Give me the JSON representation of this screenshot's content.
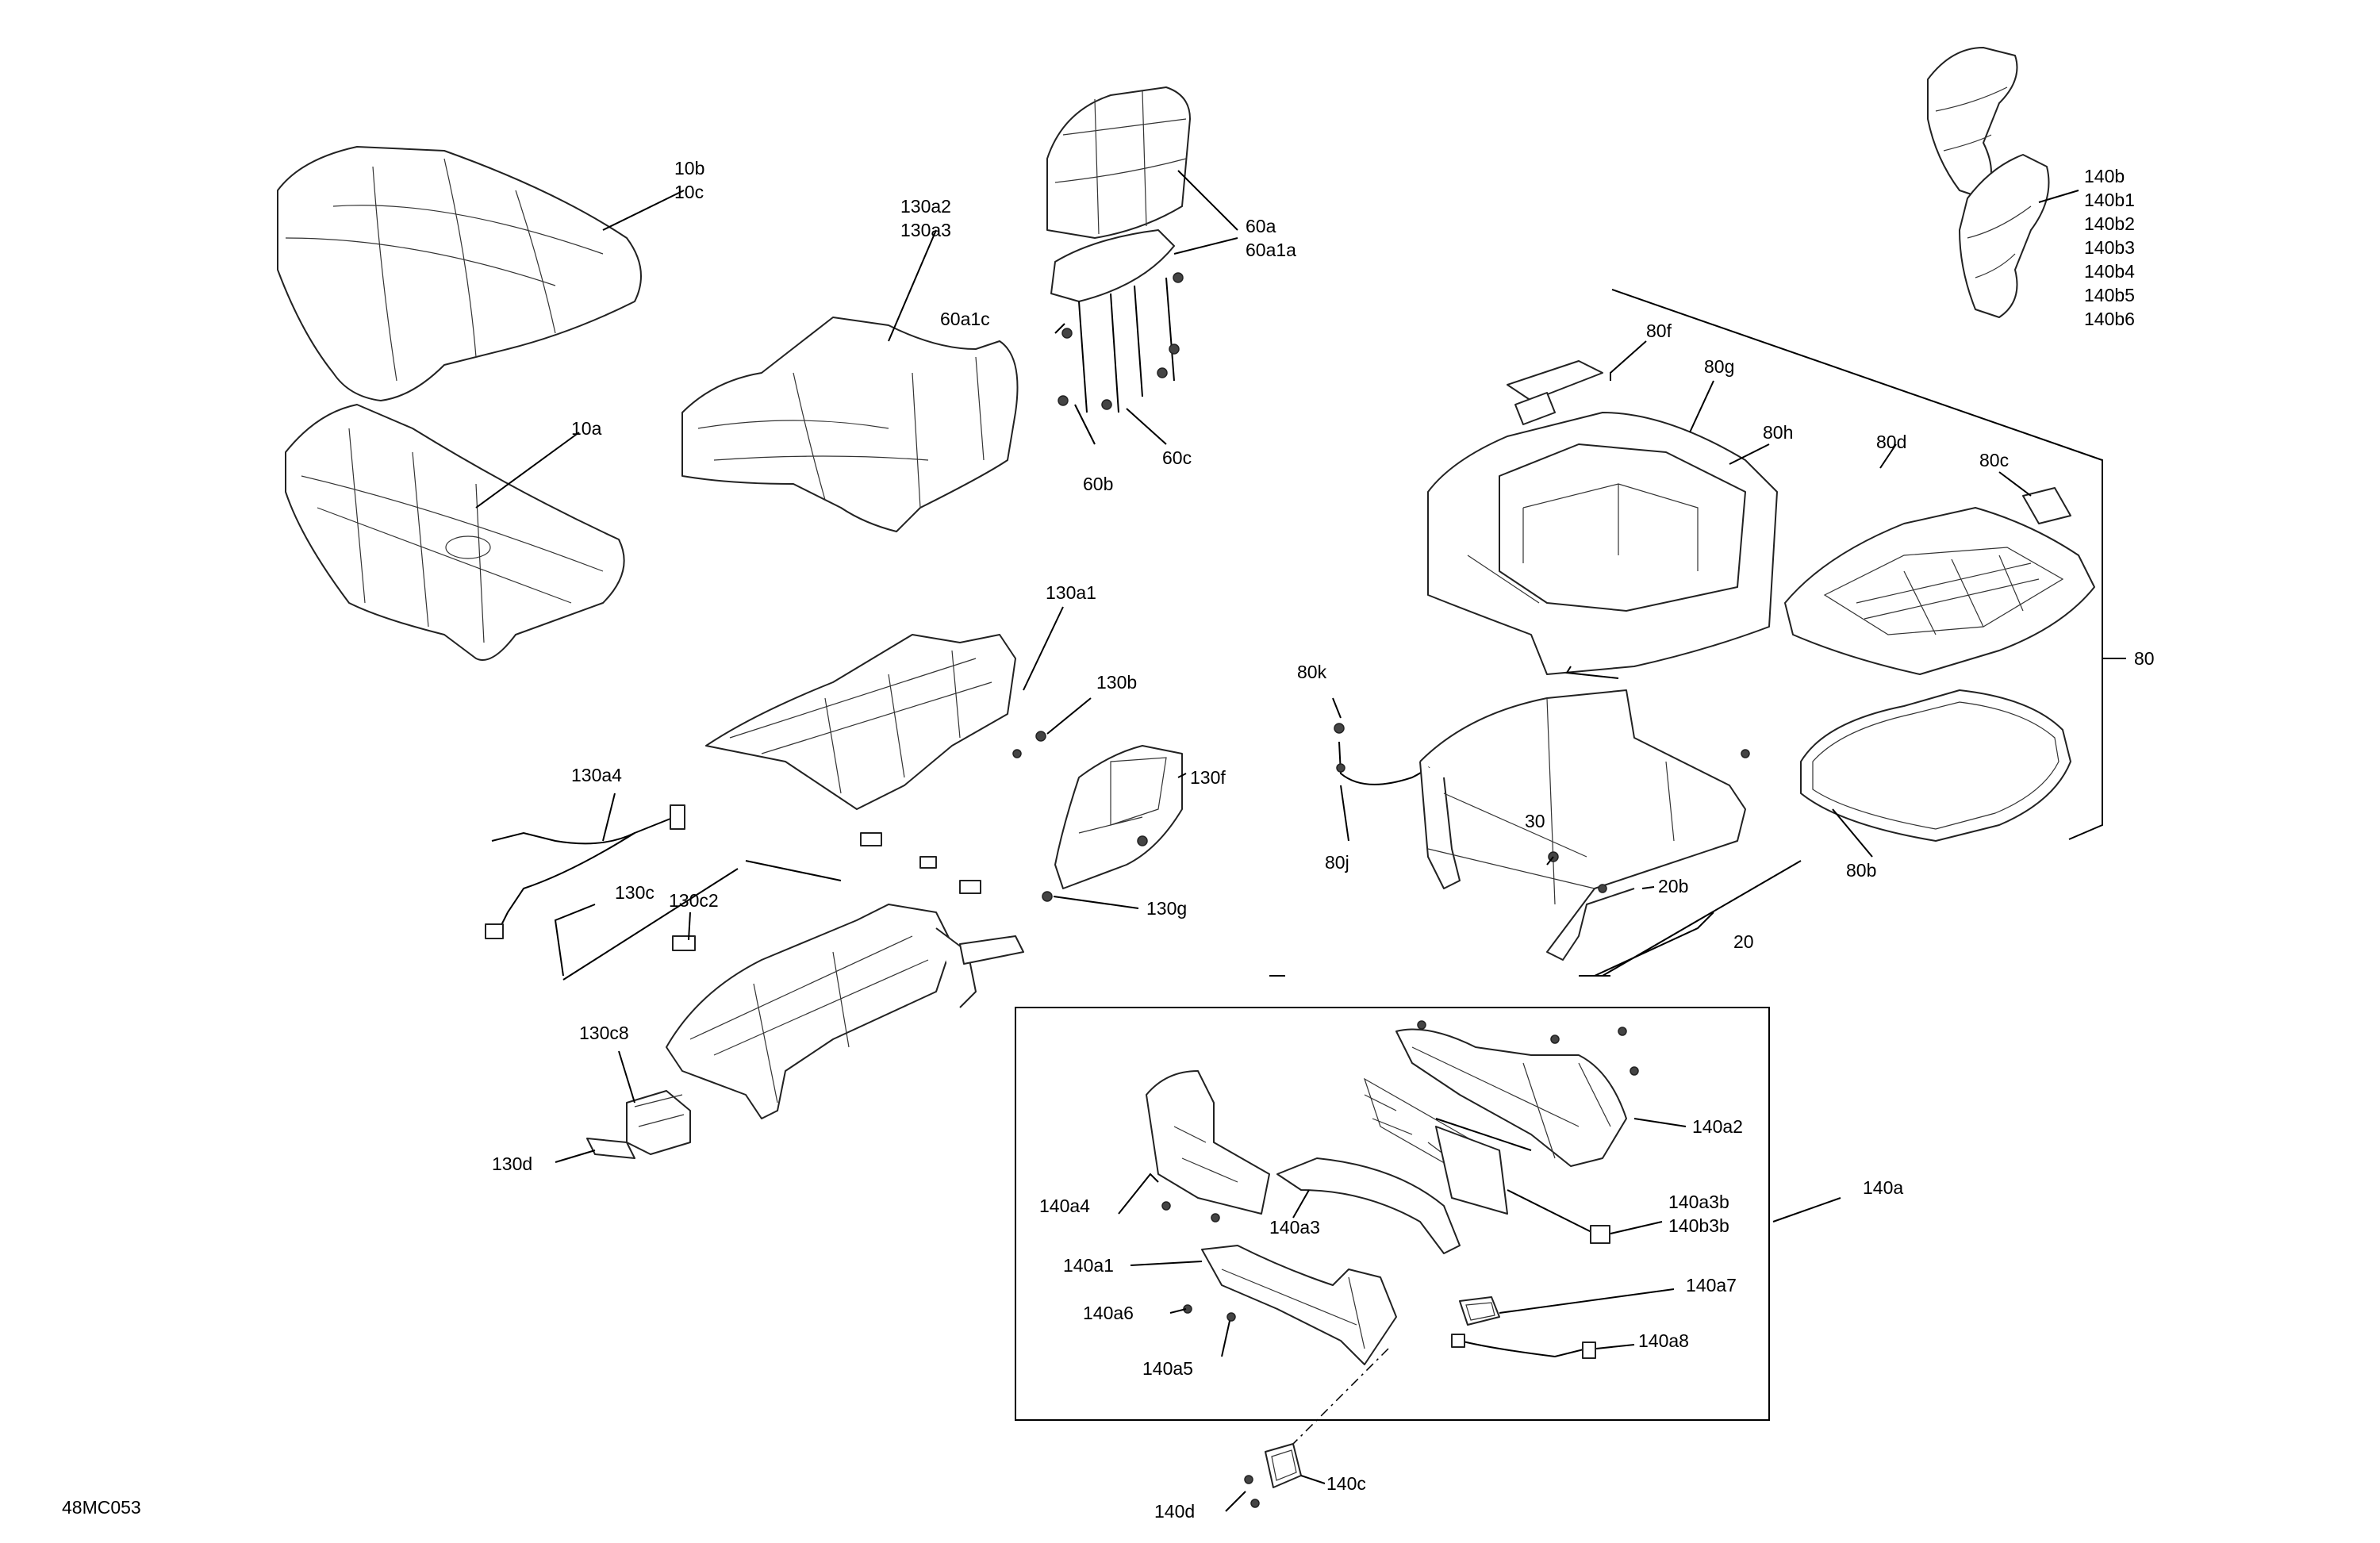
{
  "diagram_code": "48MC053",
  "labels": {
    "l10b": "10b",
    "l10c": "10c",
    "l10a": "10a",
    "l130a2": "130a2",
    "l130a3": "130a3",
    "l60a": "60a",
    "l60a1a": "60a1a",
    "l60a1c": "60a1c",
    "l60b": "60b",
    "l60c": "60c",
    "l140b": "140b",
    "l140b1": "140b1",
    "l140b2": "140b2",
    "l140b3": "140b3",
    "l140b4": "140b4",
    "l140b5": "140b5",
    "l140b6": "140b6",
    "l80f": "80f",
    "l80g": "80g",
    "l80h": "80h",
    "l80d": "80d",
    "l80c": "80c",
    "l80": "80",
    "l80k": "80k",
    "l80j": "80j",
    "l80b": "80b",
    "l130a1": "130a1",
    "l130b": "130b",
    "l130f": "130f",
    "l130g": "130g",
    "l130a4": "130a4",
    "l130c": "130c",
    "l130c2": "130c2",
    "l130c8": "130c8",
    "l130d": "130d",
    "l30": "30",
    "l20b": "20b",
    "l20": "20",
    "l140a2": "140a2",
    "l140a4": "140a4",
    "l140a3": "140a3",
    "l140a3b": "140a3b",
    "l140b3b": "140b3b",
    "l140a": "140a",
    "l140a1": "140a1",
    "l140a7": "140a7",
    "l140a6": "140a6",
    "l140a8": "140a8",
    "l140a5": "140a5",
    "l140c": "140c",
    "l140d": "140d"
  }
}
